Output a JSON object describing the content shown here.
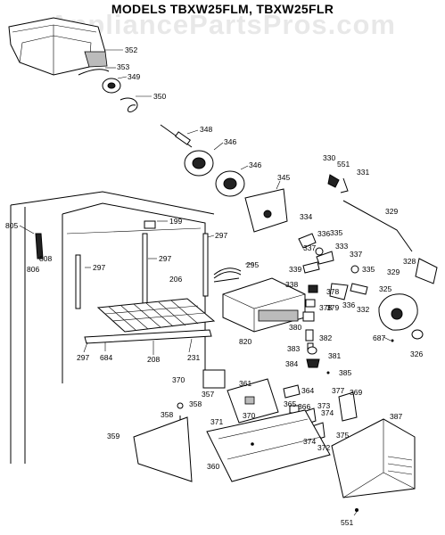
{
  "title": "MODELS TBXW25FLM, TBXW25FLR",
  "watermark": "AppliancePartsPros.com",
  "part_numbers": {
    "p352": "352",
    "p353": "353",
    "p349": "349",
    "p350": "350",
    "p348": "348",
    "p346a": "346",
    "p346b": "346",
    "p345": "345",
    "p330": "330",
    "p551a": "551",
    "p331": "331",
    "p329a": "329",
    "p329b": "329",
    "p328": "328",
    "p805": "805",
    "p806": "806",
    "p808": "808",
    "p199": "199",
    "p297a": "297",
    "p297b": "297",
    "p297c": "297",
    "p297d": "297",
    "p206": "206",
    "p295": "295",
    "p334": "334",
    "p336a": "336",
    "p333": "333",
    "p335a": "335",
    "p337a": "337",
    "p337b": "337",
    "p339": "339",
    "p338": "338",
    "p378a": "378",
    "p378b": "378",
    "p379": "379",
    "p335b": "335",
    "p336b": "336",
    "p332": "332",
    "p325": "325",
    "p820": "820",
    "p380": "380",
    "p382": "382",
    "p687": "687",
    "p326": "326",
    "p684": "684",
    "p208": "208",
    "p231": "231",
    "p383": "383",
    "p381": "381",
    "p384": "384",
    "p385": "385",
    "p361": "361",
    "p370a": "370",
    "p377": "377",
    "p357": "357",
    "p364": "364",
    "p369": "369",
    "p358a": "358",
    "p358b": "358",
    "p370b": "370",
    "p365": "365",
    "p366": "366",
    "p373": "373",
    "p374a": "374",
    "p387": "387",
    "p371": "371",
    "p374b": "374",
    "p375": "375",
    "p372": "372",
    "p359": "359",
    "p360": "360",
    "p551b": "551"
  }
}
